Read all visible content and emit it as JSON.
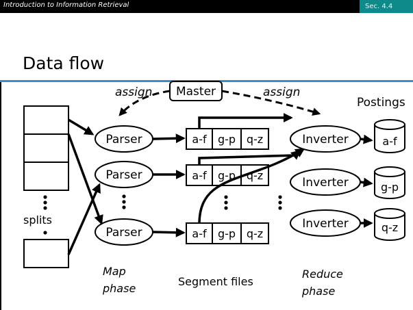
{
  "header": {
    "course": "Introduction to Information Retrieval",
    "section": "Sec. 4.4"
  },
  "slide": {
    "title": "Data flow"
  },
  "diagram": {
    "master": "Master",
    "assign_left": "assign",
    "assign_right": "assign",
    "postings_label": "Postings",
    "parser": "Parser",
    "inverter": "Inverter",
    "segments": [
      "a-f",
      "g-p",
      "q-z"
    ],
    "postings": [
      "a-f",
      "g-p",
      "q-z"
    ],
    "splits_label": "splits",
    "map_phase_1": "Map",
    "map_phase_2": "phase",
    "segment_files": "Segment files",
    "reduce_phase_1": "Reduce",
    "reduce_phase_2": "phase"
  }
}
